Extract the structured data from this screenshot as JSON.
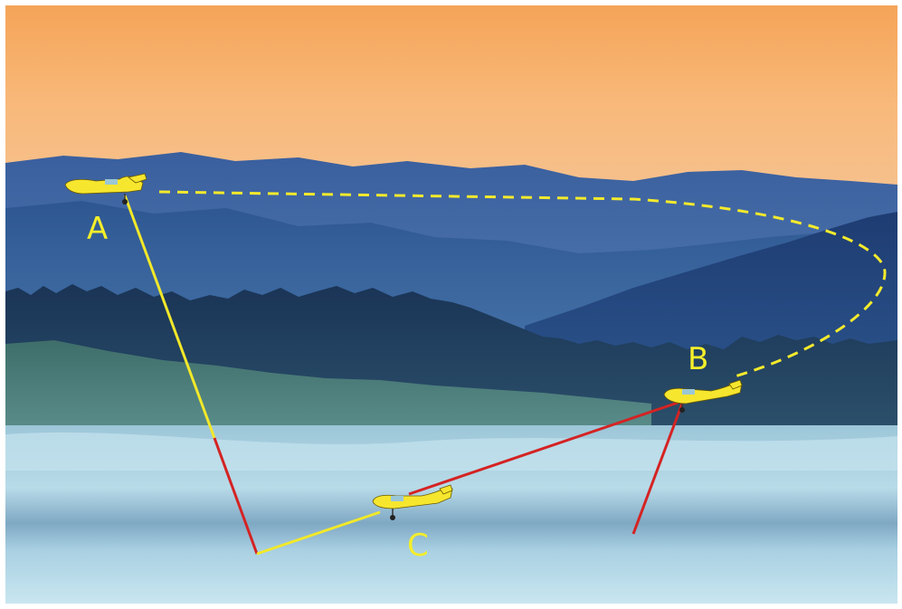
{
  "points": {
    "a": "A",
    "b": "B",
    "c": "C"
  },
  "colors": {
    "label": "#f4ee2a",
    "plane_body": "#f6e62e",
    "segment_yellow": "#f2e82a",
    "segment_red": "#d42323",
    "dashed_path": "#f4ea2c",
    "sky_top": "#f7a95a",
    "sky_bottom": "#f8c27e",
    "fog": "#b9dcea"
  },
  "icons": [
    "airplane-icon"
  ]
}
